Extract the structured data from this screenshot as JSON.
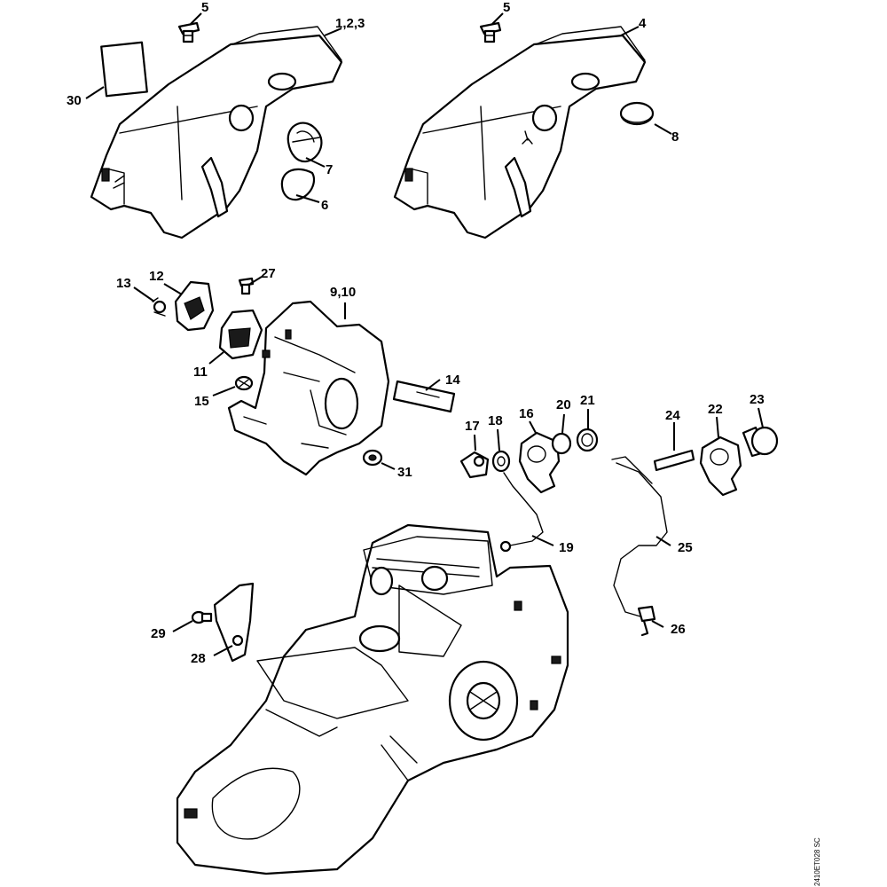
{
  "diagram_id": "2410ET028 SC",
  "callouts": {
    "c1": "1,2,3",
    "c4": "4",
    "c5": "5",
    "c6": "6",
    "c7": "7",
    "c8": "8",
    "c9": "9,10",
    "c11": "11",
    "c12": "12",
    "c13": "13",
    "c14": "14",
    "c15": "15",
    "c16": "16",
    "c17": "17",
    "c18": "18",
    "c19": "19",
    "c20": "20",
    "c21": "21",
    "c22": "22",
    "c23": "23",
    "c24": "24",
    "c25": "25",
    "c26": "26",
    "c27": "27",
    "c28": "28",
    "c29": "29",
    "c30": "30",
    "c31": "31"
  }
}
